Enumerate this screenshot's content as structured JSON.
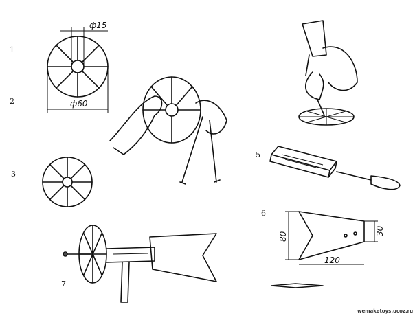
{
  "step_labels": {
    "s1": "1",
    "s2": "2",
    "s3": "3",
    "s5": "5",
    "s6": "6",
    "s7": "7"
  },
  "dimensions": {
    "hole_diameter": "ф15",
    "disc_diameter": "ф60",
    "fin_height": "80",
    "fin_tail_height": "30",
    "fin_length": "120"
  },
  "watermark": "wemaketoys.ucoz.ru"
}
